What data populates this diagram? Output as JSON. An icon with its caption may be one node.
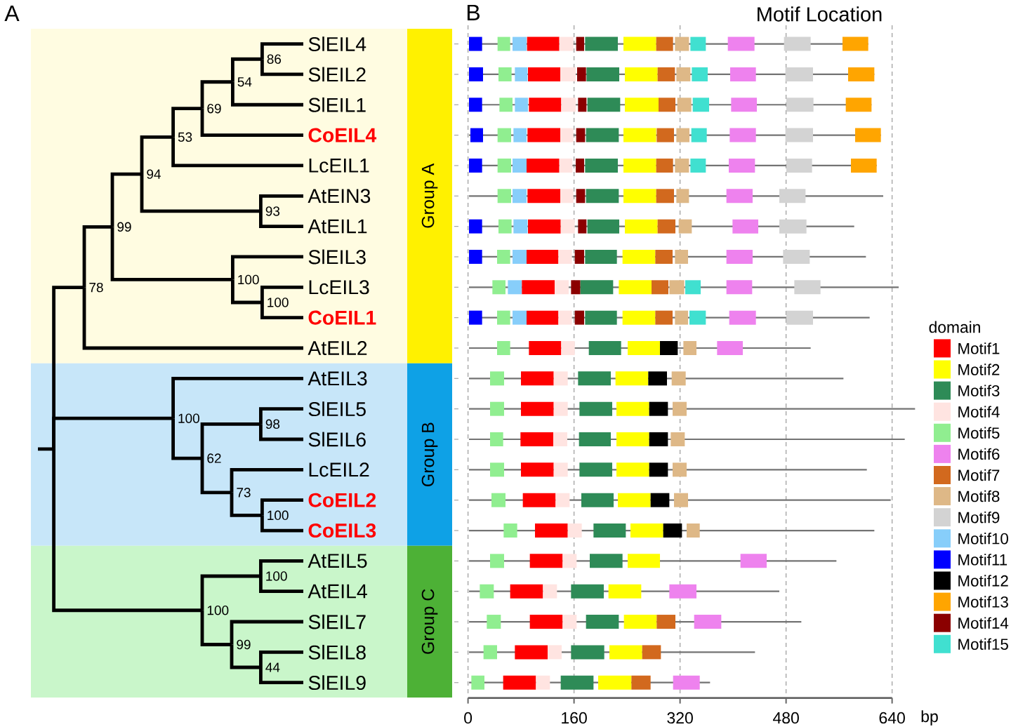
{
  "diagram": {
    "nodes": [
      {
        "text": [
          "Group A"
        ]
      },
      {
        "text": [
          "SlEIL4"
        ],
        "in": 0
      },
      {
        "text": [
          "SlEIL2"
        ],
        "in": 0
      },
      {
        "text": [
          "SlEIL1"
        ],
        "in": 0
      },
      {
        "text": [
          "CoEIL4"
        ],
        "in": 0
      },
      {
        "text": [
          "LcEIL1"
        ],
        "in": 0
      },
      {
        "text": [
          "AtEIN3"
        ],
        "in": 0
      },
      {
        "text": [
          "AtEIL1"
        ],
        "in": 0
      },
      {
        "text": [
          "SlEIL3"
        ],
        "in": 0
      },
      {
        "text": [
          "LcEIL3"
        ],
        "in": 0
      },
      {
        "text": [
          "CoEIL1"
        ],
        "in": 0
      },
      {
        "text": [
          "AtEIL2"
        ],
        "in": 0
      },
      {
        "text": [
          "86"
        ],
        "in": 0
      },
      {
        "text": [
          "54"
        ],
        "in": 0
      },
      {
        "text": [
          "69"
        ],
        "in": 0
      },
      {
        "text": [
          "53"
        ],
        "in": 0
      },
      {
        "text": [
          "94"
        ],
        "in": 0
      },
      {
        "text": [
          "93"
        ],
        "in": 0
      },
      {
        "text": [
          "99"
        ],
        "in": 0
      },
      {
        "text": [
          "100"
        ],
        "in": 0
      },
      {
        "text": [
          "78"
        ],
        "in": 0
      },
      {
        "text": [
          "100"
        ],
        "in": 0
      },
      {
        "text": [
          "Group B"
        ]
      },
      {
        "text": [
          "AtEIL3"
        ],
        "in": 22
      },
      {
        "text": [
          "SlEIL5"
        ],
        "in": 22
      },
      {
        "text": [
          "SlEIL6"
        ],
        "in": 22
      },
      {
        "text": [
          "LcEIL2"
        ],
        "in": 22
      },
      {
        "text": [
          "CoEIL2"
        ],
        "in": 22
      },
      {
        "text": [
          "CoEIL3"
        ],
        "in": 22
      },
      {
        "text": [
          "100"
        ],
        "in": 22
      },
      {
        "text": [
          "98"
        ],
        "in": 22
      },
      {
        "text": [
          "62"
        ],
        "in": 22
      },
      {
        "text": [
          "73"
        ],
        "in": 22
      },
      {
        "text": [
          "100"
        ],
        "in": 22
      },
      {
        "text": [
          "Group C"
        ]
      },
      {
        "text": [
          "AtEIL5"
        ],
        "in": 34
      },
      {
        "text": [
          "AtEIL4"
        ],
        "in": 34
      },
      {
        "text": [
          "SlEIL7"
        ],
        "in": 34
      },
      {
        "text": [
          "SlEIL8"
        ],
        "in": 34
      },
      {
        "text": [
          "SlEIL9"
        ],
        "in": 34
      },
      {
        "text": [
          "100"
        ],
        "in": 34
      },
      {
        "text": [
          "100"
        ],
        "in": 34
      },
      {
        "text": [
          "99"
        ],
        "in": 34
      },
      {
        "text": [
          "44"
        ],
        "in": 34
      }
    ],
    "edges": [
      {
        "from": null,
        "to": 20,
        "arrow": "none"
      },
      {
        "from": null,
        "to": 29,
        "arrow": "none"
      },
      {
        "from": null,
        "to": 41,
        "arrow": "none"
      },
      {
        "from": 20,
        "to": 18,
        "arrow": "none"
      },
      {
        "from": 20,
        "to": 11,
        "arrow": "none"
      },
      {
        "from": 18,
        "to": 16,
        "arrow": "none"
      },
      {
        "from": 18,
        "to": 19,
        "arrow": "none"
      },
      {
        "from": 16,
        "to": 15,
        "arrow": "none"
      },
      {
        "from": 16,
        "to": 17,
        "arrow": "none"
      },
      {
        "from": 15,
        "to": 14,
        "arrow": "none"
      },
      {
        "from": 15,
        "to": 5,
        "arrow": "none"
      },
      {
        "from": 14,
        "to": 13,
        "arrow": "none"
      },
      {
        "from": 14,
        "to": 4,
        "arrow": "none"
      },
      {
        "from": 13,
        "to": 12,
        "arrow": "none"
      },
      {
        "from": 13,
        "to": 3,
        "arrow": "none"
      },
      {
        "from": 12,
        "to": 1,
        "arrow": "none"
      },
      {
        "from": 12,
        "to": 2,
        "arrow": "none"
      },
      {
        "from": 17,
        "to": 6,
        "arrow": "none"
      },
      {
        "from": 17,
        "to": 7,
        "arrow": "none"
      },
      {
        "from": 19,
        "to": 8,
        "arrow": "none"
      },
      {
        "from": 19,
        "to": 21,
        "arrow": "none"
      },
      {
        "from": 21,
        "to": 9,
        "arrow": "none"
      },
      {
        "from": 21,
        "to": 10,
        "arrow": "none"
      },
      {
        "from": 29,
        "to": 23,
        "arrow": "none"
      },
      {
        "from": 29,
        "to": 31,
        "arrow": "none"
      },
      {
        "from": 31,
        "to": 30,
        "arrow": "none"
      },
      {
        "from": 31,
        "to": 32,
        "arrow": "none"
      },
      {
        "from": 30,
        "to": 24,
        "arrow": "none"
      },
      {
        "from": 30,
        "to": 25,
        "arrow": "none"
      },
      {
        "from": 32,
        "to": 26,
        "arrow": "none"
      },
      {
        "from": 32,
        "to": 33,
        "arrow": "none"
      },
      {
        "from": 33,
        "to": 27,
        "arrow": "none"
      },
      {
        "from": 33,
        "to": 28,
        "arrow": "none"
      },
      {
        "from": 41,
        "to": 40,
        "arrow": "none"
      },
      {
        "from": 41,
        "to": 42,
        "arrow": "none"
      },
      {
        "from": 40,
        "to": 35,
        "arrow": "none"
      },
      {
        "from": 40,
        "to": 36,
        "arrow": "none"
      },
      {
        "from": 42,
        "to": 37,
        "arrow": "none"
      },
      {
        "from": 42,
        "to": 43,
        "arrow": "none"
      },
      {
        "from": 43,
        "to": 38,
        "arrow": "none"
      },
      {
        "from": 43,
        "to": 39,
        "arrow": "none"
      }
    ],
    "labels": [
      "A",
      "B",
      "Motif Location",
      "domain",
      "0",
      "160",
      "320",
      "480",
      "640",
      "bp"
    ],
    "legend": [
      {
        "text": "Motif1",
        "color": "#ff0000"
      },
      {
        "text": "Motif2",
        "color": "#ffff00"
      },
      {
        "text": "Motif3",
        "color": "#2e8b57"
      },
      {
        "text": "Motif4",
        "color": "#ffe4e1"
      },
      {
        "text": "Motif5",
        "color": "#90ee90"
      },
      {
        "text": "Motif6",
        "color": "#ee82ee"
      },
      {
        "text": "Motif7",
        "color": "#d2691e"
      },
      {
        "text": "Motif8",
        "color": "#deb887"
      },
      {
        "text": "Motif9",
        "color": "#d3d3d3"
      },
      {
        "text": "Motif10",
        "color": "#87cefa"
      },
      {
        "text": "Motif11",
        "color": "#0000ff"
      },
      {
        "text": "Motif12",
        "color": "#000000"
      },
      {
        "text": "Motif13",
        "color": "#ffa500"
      },
      {
        "text": "Motif14",
        "color": "#8b0000"
      },
      {
        "text": "Motif15",
        "color": "#40e0d0"
      }
    ]
  }
}
